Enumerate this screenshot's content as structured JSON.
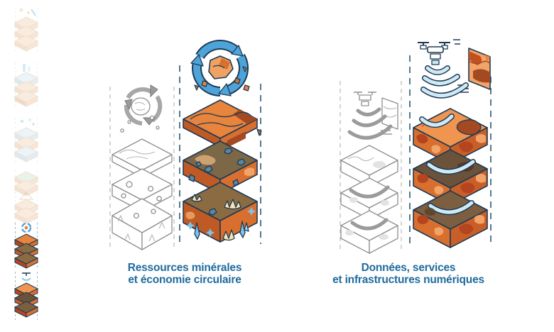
{
  "page": {
    "background": "#ffffff",
    "language": "fr"
  },
  "palette": {
    "outline": "#1e3a56",
    "dashed_guide": "#2b5876",
    "sketch_gray": "#8f8f8f",
    "caption_text": "#1f6b9d",
    "orange": "#e8843c",
    "orange_deep": "#d96f2e",
    "rust": "#b5451f",
    "peach": "#f2a368",
    "olive_brown": "#8a6b42",
    "sky_blue": "#4ea3d8",
    "pale_blue": "#cfeaf5",
    "rock_blue": "#5b87a0",
    "crystal_blue": "#7ec3e8",
    "cream": "#f5e6b8"
  },
  "minimap": {
    "items": [
      {
        "name": "subsoil-mining-thumbnail",
        "state": "inactive"
      },
      {
        "name": "energy-thumbnail",
        "state": "inactive"
      },
      {
        "name": "groundwater-thumbnail",
        "state": "inactive"
      },
      {
        "name": "land-surface-thumbnail",
        "state": "inactive"
      },
      {
        "name": "underground-works-thumbnail",
        "state": "inactive"
      },
      {
        "name": "mineral-resources-thumbnail",
        "state": "active"
      },
      {
        "name": "digital-data-thumbnail",
        "state": "active"
      }
    ]
  },
  "figures": [
    {
      "id": "mineral-resources",
      "caption": [
        "Ressources minérales",
        "et économie circulaire"
      ],
      "icons": [
        "recycle-arrows-icon",
        "ore-rock-icon",
        "terrain-layer-stack",
        "pencil-sketch-layer-stack"
      ]
    },
    {
      "id": "digital-data",
      "caption": [
        "Données, services",
        "et infrastructures numériques"
      ],
      "icons": [
        "drone-icon",
        "signal-waves-icon",
        "map-card-icon",
        "terrain-layer-stack",
        "pencil-sketch-layer-stack"
      ]
    }
  ]
}
